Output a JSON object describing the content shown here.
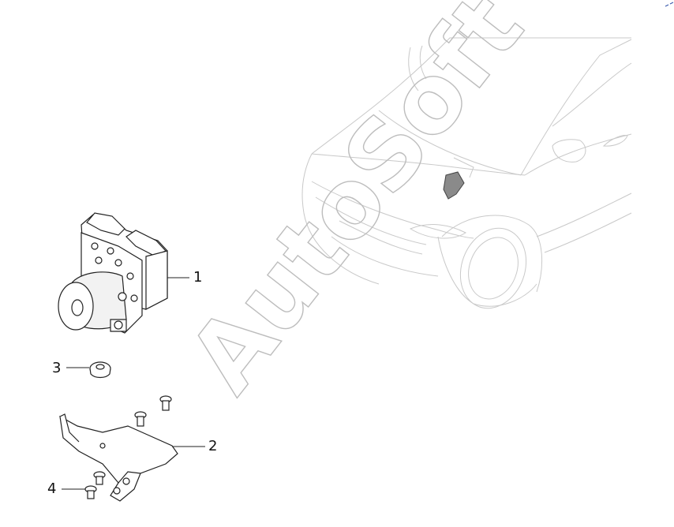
{
  "watermark": {
    "text": "AutoSoft"
  },
  "callouts": [
    {
      "id": "1",
      "label": "1"
    },
    {
      "id": "2",
      "label": "2"
    },
    {
      "id": "3",
      "label": "3"
    },
    {
      "id": "4",
      "label": "4"
    }
  ],
  "colors": {
    "car_outline": "#c9c9c9",
    "part_stroke": "#222222",
    "highlight": "#8a8a8a",
    "watermark_stroke": "#bdbdbd"
  },
  "icons": {
    "corner_mark": "small-scribble-icon"
  }
}
